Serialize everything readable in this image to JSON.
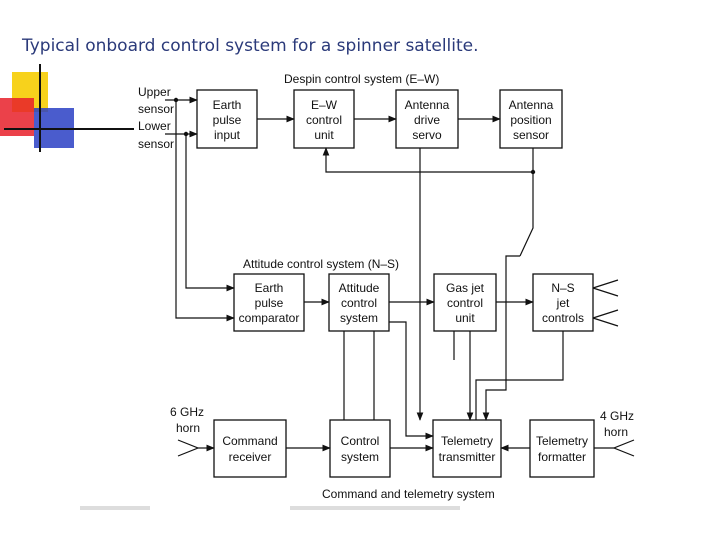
{
  "slide": {
    "title": "Typical onboard control system for a spinner satellite."
  },
  "sections": {
    "despin": "Despin control system (E–W)",
    "attitude": "Attitude control system (N–S)",
    "command": "Command and telemetry system"
  },
  "sensors": {
    "upper": [
      "Upper",
      "sensor"
    ],
    "lower": [
      "Lower",
      "sensor"
    ]
  },
  "horns": {
    "rx": [
      "6 GHz",
      "horn"
    ],
    "tx": [
      "4 GHz",
      "horn"
    ]
  },
  "blocks": {
    "earth_pulse_input": [
      "Earth",
      "pulse",
      "input"
    ],
    "ew_control_unit": [
      "E–W",
      "control",
      "unit"
    ],
    "antenna_drive_servo": [
      "Antenna",
      "drive",
      "servo"
    ],
    "antenna_position_sensor": [
      "Antenna",
      "position",
      "sensor"
    ],
    "earth_pulse_comparator": [
      "Earth",
      "pulse",
      "comparator"
    ],
    "attitude_control_system": [
      "Attitude",
      "control",
      "system"
    ],
    "gas_jet_control_unit": [
      "Gas jet",
      "control",
      "unit"
    ],
    "ns_jet_controls": [
      "N–S",
      "jet",
      "controls"
    ],
    "command_receiver": [
      "Command",
      "receiver"
    ],
    "control_system": [
      "Control",
      "system"
    ],
    "telemetry_transmitter": [
      "Telemetry",
      "transmitter"
    ],
    "telemetry_formatter": [
      "Telemetry",
      "formatter"
    ]
  },
  "colors": {
    "title": "#2b3a7a",
    "deco_yellow": "#f7d21c",
    "deco_red": "#e8202a",
    "deco_blue": "#2a3fc4"
  }
}
